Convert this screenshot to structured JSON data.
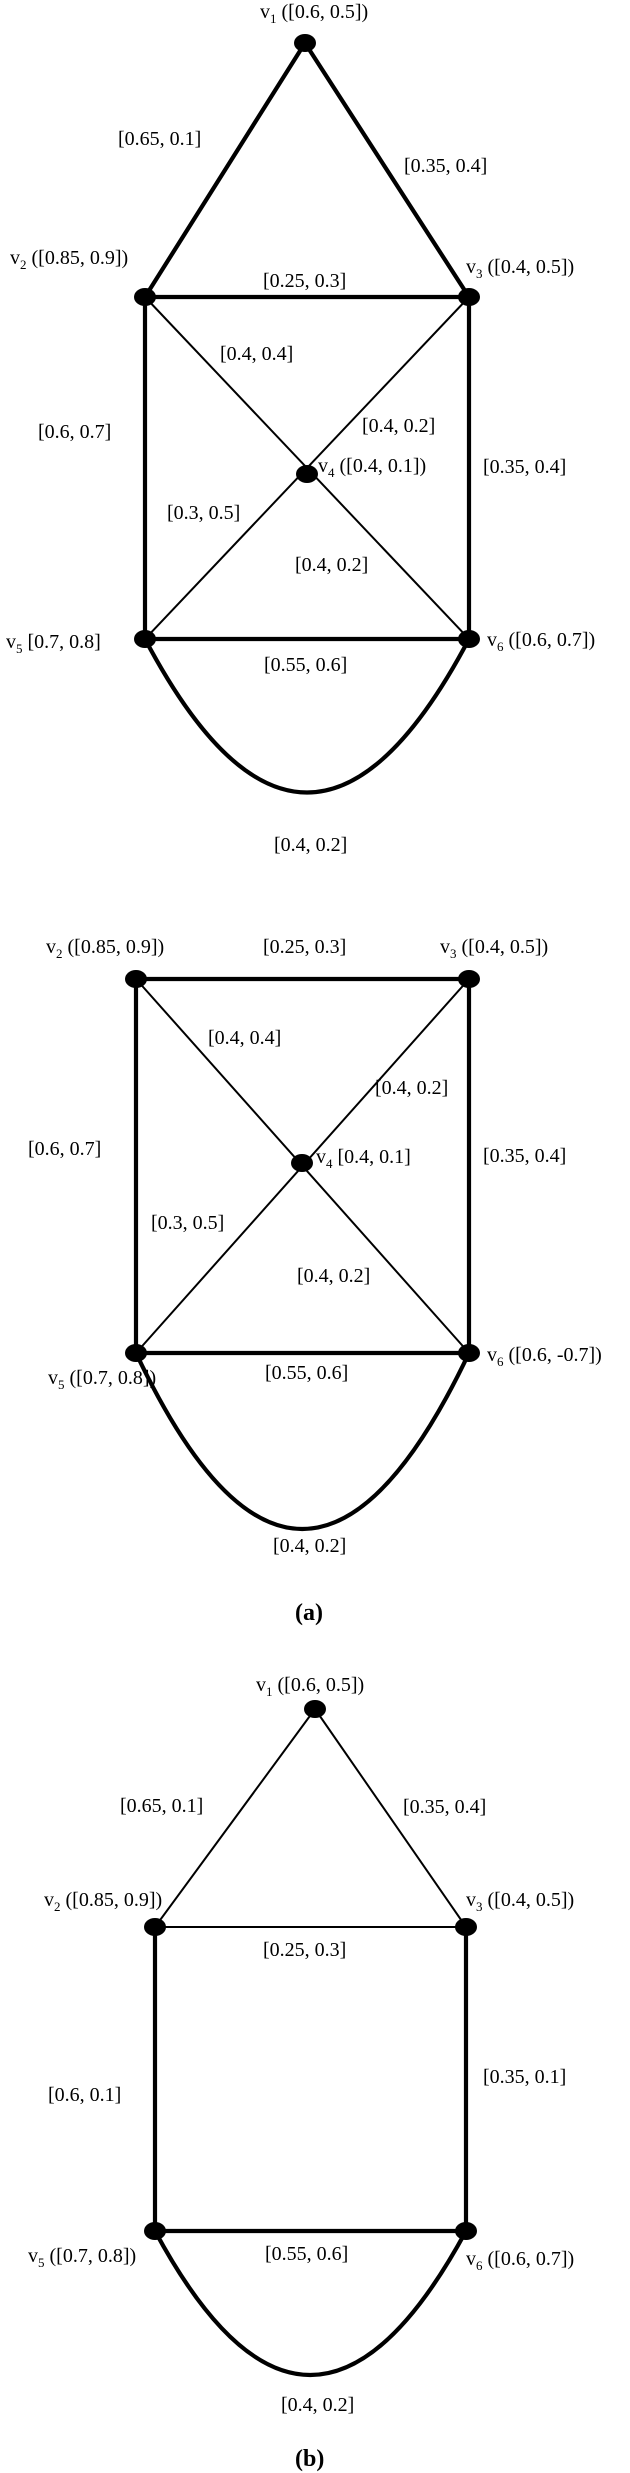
{
  "graphs": [
    {
      "vertices": [
        {
          "id": "v1",
          "name": "v",
          "sub": "1",
          "label": " ([0.6, 0.5])"
        },
        {
          "id": "v2",
          "name": "v",
          "sub": "2",
          "label": " ([0.85, 0.9])"
        },
        {
          "id": "v3",
          "name": "v",
          "sub": "3",
          "label": " ([0.4, 0.5])"
        },
        {
          "id": "v4",
          "name": "v",
          "sub": "4",
          "label": " ([0.4, 0.1])"
        },
        {
          "id": "v5",
          "name": "v",
          "sub": "5",
          "label": " [0.7, 0.8]"
        },
        {
          "id": "v6",
          "name": "v",
          "sub": "6",
          "label": " ([0.6, 0.7])"
        }
      ],
      "edges": [
        {
          "from": "v1",
          "to": "v2",
          "label": "[0.65, 0.1]"
        },
        {
          "from": "v1",
          "to": "v3",
          "label": "[0.35, 0.4]"
        },
        {
          "from": "v2",
          "to": "v3",
          "label": "[0.25, 0.3]"
        },
        {
          "from": "v2",
          "to": "v5",
          "label": "[0.6, 0.7]"
        },
        {
          "from": "v3",
          "to": "v6",
          "label": "[0.35, 0.4]"
        },
        {
          "from": "v2",
          "to": "v6",
          "label": "[0.4, 0.4]"
        },
        {
          "from": "v3",
          "to": "v5",
          "label": "[0.4, 0.2]"
        },
        {
          "from": "v4",
          "to": "v5",
          "label": "[0.3, 0.5]"
        },
        {
          "from": "v4",
          "to": "v6",
          "label": "[0.4, 0.2]"
        },
        {
          "from": "v5",
          "to": "v6",
          "label": "[0.55, 0.6]"
        },
        {
          "from": "v5",
          "to": "v6",
          "curved": true,
          "label": "[0.4, 0.2]"
        }
      ]
    },
    {
      "vertices": [
        {
          "id": "v2",
          "name": "v",
          "sub": "2",
          "label": " ([0.85, 0.9])"
        },
        {
          "id": "v3",
          "name": "v",
          "sub": "3",
          "label": " ([0.4, 0.5])"
        },
        {
          "id": "v4",
          "name": "v",
          "sub": "4",
          "label": " [0.4, 0.1]"
        },
        {
          "id": "v5",
          "name": "v",
          "sub": "5",
          "label": " ([0.7, 0.8])"
        },
        {
          "id": "v6",
          "name": "v",
          "sub": "6",
          "label": " ([0.6, -0.7])"
        }
      ],
      "edges": [
        {
          "from": "v2",
          "to": "v3",
          "label": "[0.25, 0.3]"
        },
        {
          "from": "v2",
          "to": "v5",
          "label": "[0.6, 0.7]"
        },
        {
          "from": "v3",
          "to": "v6",
          "label": "[0.35, 0.4]"
        },
        {
          "from": "v2",
          "to": "v6",
          "label": "[0.4, 0.4]"
        },
        {
          "from": "v3",
          "to": "v5",
          "label": "[0.4, 0.2]"
        },
        {
          "from": "v4",
          "to": "v5",
          "label": "[0.3, 0.5]"
        },
        {
          "from": "v4",
          "to": "v6",
          "label": "[0.4, 0.2]"
        },
        {
          "from": "v5",
          "to": "v6",
          "label": "[0.55, 0.6]"
        },
        {
          "from": "v5",
          "to": "v6",
          "curved": true,
          "label": "[0.4, 0.2]"
        }
      ]
    },
    {
      "vertices": [
        {
          "id": "v1",
          "name": "v",
          "sub": "1",
          "label": " ([0.6, 0.5])"
        },
        {
          "id": "v2",
          "name": "v",
          "sub": "2",
          "label": " ([0.85, 0.9])"
        },
        {
          "id": "v3",
          "name": "v",
          "sub": "3",
          "label": " ([0.4, 0.5])"
        },
        {
          "id": "v5",
          "name": "v",
          "sub": "5",
          "label": " ([0.7, 0.8])"
        },
        {
          "id": "v6",
          "name": "v",
          "sub": "6",
          "label": " ([0.6, 0.7])"
        }
      ],
      "edges": [
        {
          "from": "v1",
          "to": "v2",
          "label": "[0.65, 0.1]"
        },
        {
          "from": "v1",
          "to": "v3",
          "label": "[0.35, 0.4]"
        },
        {
          "from": "v2",
          "to": "v3",
          "label": "[0.25, 0.3]"
        },
        {
          "from": "v2",
          "to": "v5",
          "label": "[0.6, 0.1]"
        },
        {
          "from": "v3",
          "to": "v6",
          "label": "[0.35, 0.1]"
        },
        {
          "from": "v5",
          "to": "v6",
          "label": "[0.55, 0.6]"
        },
        {
          "from": "v5",
          "to": "v6",
          "curved": true,
          "label": "[0.4, 0.2]"
        }
      ]
    }
  ],
  "captions": {
    "a": "(a)",
    "b": "(b)"
  }
}
